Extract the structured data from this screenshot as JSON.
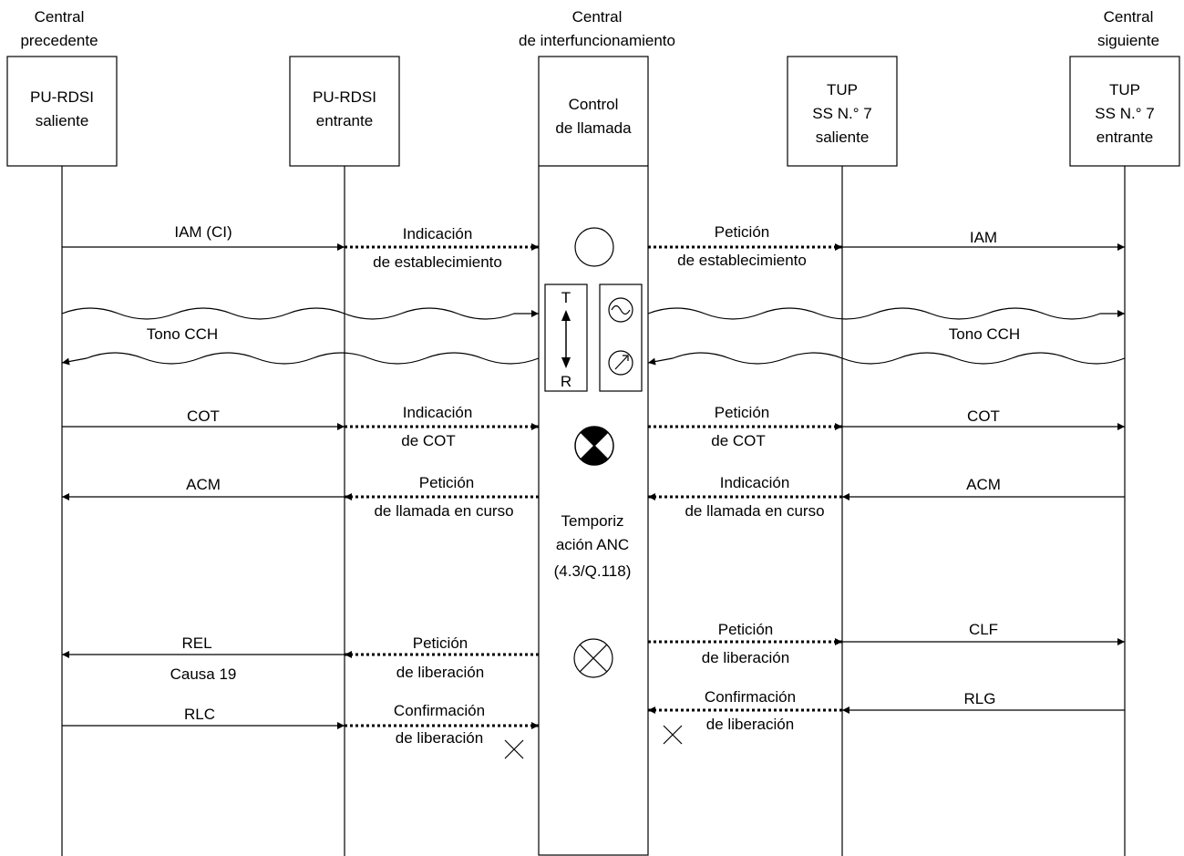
{
  "headers": {
    "left": [
      "Central",
      "precedente"
    ],
    "center": [
      "Central",
      "de interfuncionamiento"
    ],
    "right": [
      "Central",
      "siguiente"
    ]
  },
  "entities": {
    "pu_out": [
      "PU-RDSI",
      "saliente"
    ],
    "pu_in": [
      "PU-RDSI",
      "entrante"
    ],
    "cc": [
      "Control",
      "de llamada"
    ],
    "tup_out": [
      "TUP",
      "SS N.° 7",
      "saliente"
    ],
    "tup_in": [
      "TUP",
      "SS N.° 7",
      "entrante"
    ]
  },
  "messages": {
    "iam_ci": "IAM (CI)",
    "ind_est": [
      "Indicación",
      "de establecimiento"
    ],
    "pet_est": [
      "Petición",
      "de establecimiento"
    ],
    "iam": "IAM",
    "tono_left": "Tono CCH",
    "tono_right": "Tono CCH",
    "cot_left": "COT",
    "ind_cot": [
      "Indicación",
      "de COT"
    ],
    "pet_cot": [
      "Petición",
      "de COT"
    ],
    "cot_right": "COT",
    "acm_left": "ACM",
    "pet_llam": [
      "Petición",
      "de llamada en curso"
    ],
    "ind_llam": [
      "Indicación",
      "de llamada en curso"
    ],
    "acm_right": "ACM",
    "timer": [
      "Temporiz",
      "ación ANC",
      "(4.3/Q.118)"
    ],
    "rel": "REL",
    "causa": "Causa 19",
    "pet_lib_left": [
      "Petición",
      "de liberación"
    ],
    "pet_lib_right": [
      "Petición",
      "de liberación"
    ],
    "clf": "CLF",
    "rlc": "RLC",
    "conf_lib_left": [
      "Confirmación",
      "de liberación"
    ],
    "conf_lib_right": [
      "Confirmación",
      "de liberación"
    ],
    "rlg": "RLG",
    "transceiver_t": "T",
    "transceiver_r": "R"
  },
  "icons": [
    "circle-icon",
    "tone-generator-icon",
    "tone-detector-icon",
    "continuity-check-icon",
    "release-icon",
    "cross-mark-icon"
  ]
}
